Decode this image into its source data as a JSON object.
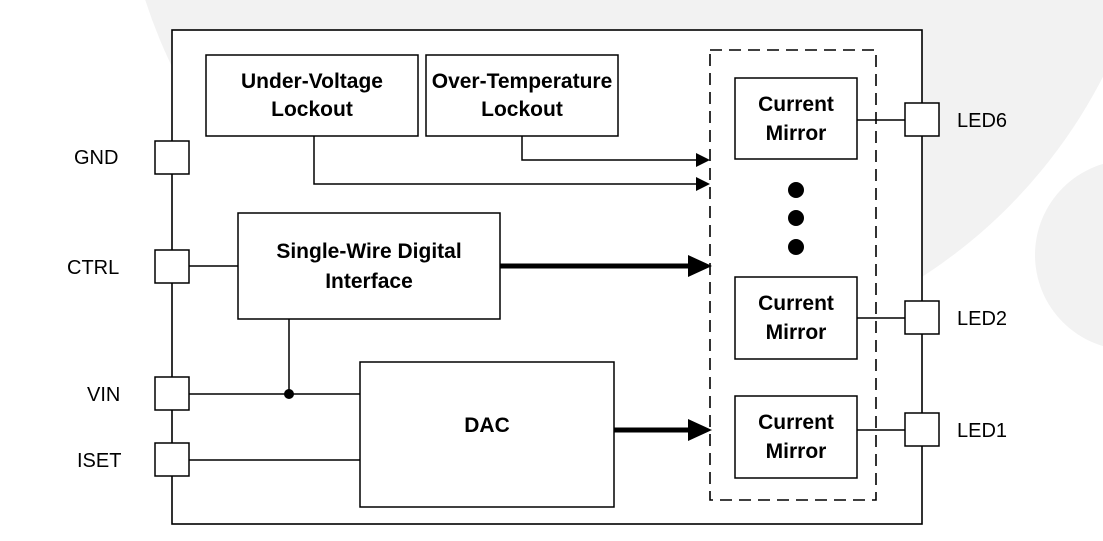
{
  "blocks": {
    "uvlo": [
      "Under-Voltage",
      "Lockout"
    ],
    "otlo": [
      "Over-Temperature",
      "Lockout"
    ],
    "swdi": [
      "Single-Wire Digital",
      "Interface"
    ],
    "dac": "DAC",
    "mirror_top": [
      "Current",
      "Mirror"
    ],
    "mirror_mid": [
      "Current",
      "Mirror"
    ],
    "mirror_bot": [
      "Current",
      "Mirror"
    ]
  },
  "pins_left": {
    "gnd": "GND",
    "ctrl": "CTRL",
    "vin": "VIN",
    "iset": "ISET"
  },
  "pins_right": {
    "led6": "LED6",
    "led2": "LED2",
    "led1": "LED1"
  },
  "colors": {
    "background": "#ffffff",
    "watermark": "#f2f2f2",
    "line": "#000000"
  }
}
